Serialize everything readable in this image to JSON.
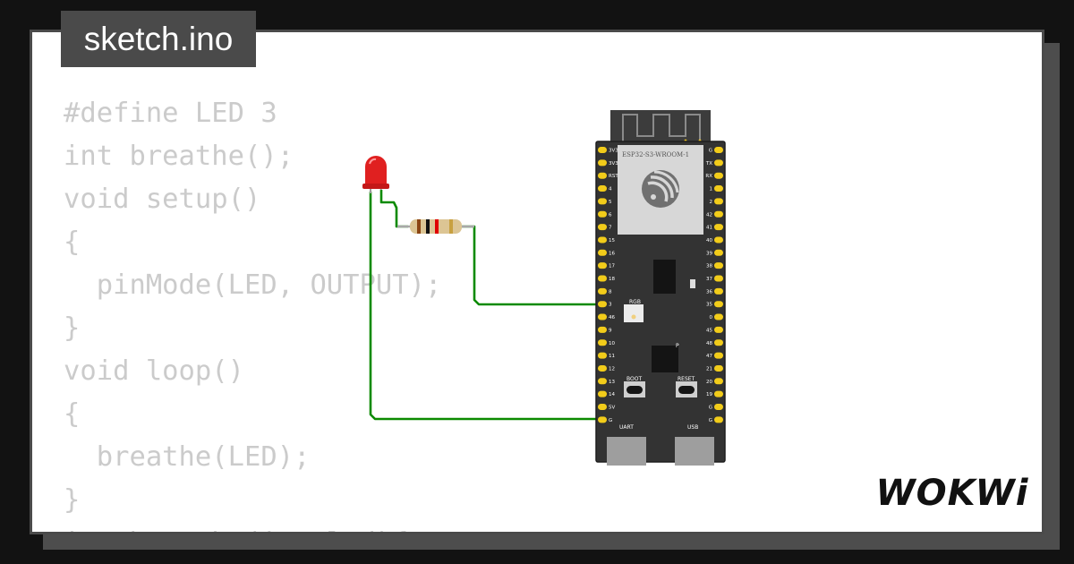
{
  "tab": {
    "filename": "sketch.ino"
  },
  "code": {
    "lines": [
      "#define LED 3",
      "int breathe();",
      "void setup()",
      "{",
      "  pinMode(LED, OUTPUT);",
      "}",
      "void loop()",
      "{",
      "  breathe(LED);",
      "}",
      "int breathe(int led){"
    ]
  },
  "board": {
    "module_label": "ESP32-S3-WROOM-1",
    "left_pins": [
      "3V3",
      "3V3",
      "RST",
      "4",
      "5",
      "6",
      "7",
      "15",
      "16",
      "17",
      "18",
      "8",
      "3",
      "46",
      "9",
      "10",
      "11",
      "12",
      "13",
      "14",
      "5V",
      "G"
    ],
    "right_pins": [
      "G",
      "TX",
      "RX",
      "1",
      "2",
      "42",
      "41",
      "40",
      "39",
      "38",
      "37",
      "36",
      "35",
      "0",
      "45",
      "48",
      "47",
      "21",
      "20",
      "19",
      "G",
      "G"
    ],
    "rgb_label": "RGB",
    "boot_label": "BOOT",
    "reset_label": "RESET",
    "uart_label": "UART",
    "usb_label": "USB",
    "wire_color": "#0b8a00",
    "led_color": "#e02020"
  },
  "brand": {
    "name": "WOKWi"
  },
  "colors": {
    "background": "#121212",
    "card": "#ffffff",
    "tab": "#4a4a4a",
    "code_text": "#cbcbcb"
  }
}
